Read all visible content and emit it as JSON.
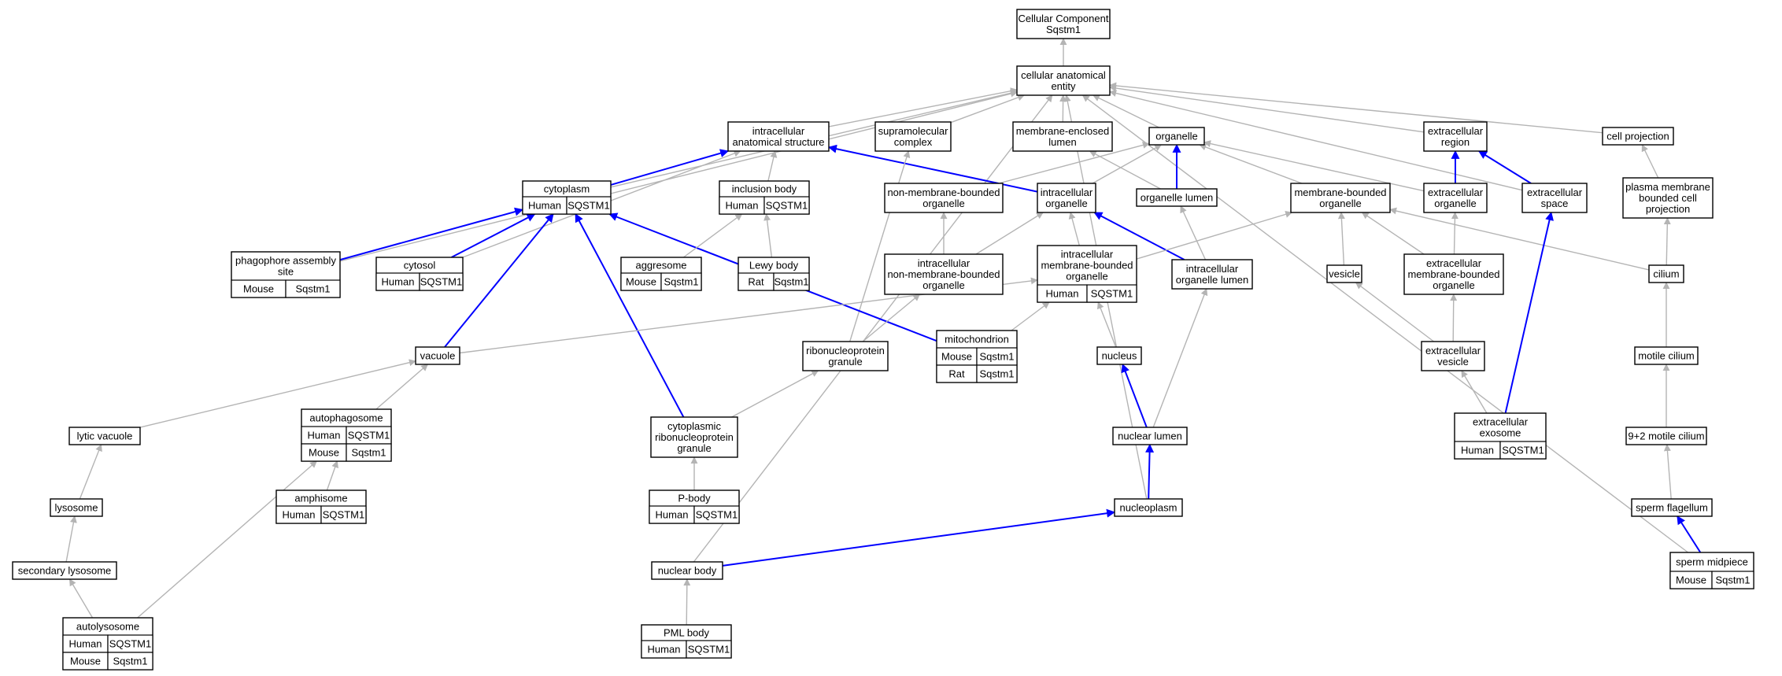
{
  "colors": {
    "human": "#f2644a",
    "mouse": "#add8e6",
    "rat": "#ffd700",
    "edge_grey": "#b4b4b4",
    "edge_blue": "#0000ff"
  },
  "nodes": {
    "cc_sqstm1": {
      "lines": [
        "Cellular Component",
        "Sqstm1"
      ],
      "species": []
    },
    "cellular_anatomical_entity": {
      "lines": [
        "cellular anatomical",
        "entity"
      ],
      "species": []
    },
    "intracellular_anatomical_structure": {
      "lines": [
        "intracellular",
        "anatomical structure"
      ],
      "species": []
    },
    "supramolecular_complex": {
      "lines": [
        "supramolecular",
        "complex"
      ],
      "species": []
    },
    "membrane_enclosed_lumen": {
      "lines": [
        "membrane-enclosed",
        "lumen"
      ],
      "species": []
    },
    "organelle": {
      "lines": [
        "organelle"
      ],
      "species": []
    },
    "extracellular_region": {
      "lines": [
        "extracellular",
        "region"
      ],
      "species": []
    },
    "cell_projection": {
      "lines": [
        "cell projection"
      ],
      "species": []
    },
    "cytoplasm": {
      "lines": [
        "cytoplasm"
      ],
      "species": [
        {
          "species": "Human",
          "gene": "SQSTM1"
        }
      ]
    },
    "inclusion_body": {
      "lines": [
        "inclusion body"
      ],
      "species": [
        {
          "species": "Human",
          "gene": "SQSTM1"
        }
      ]
    },
    "non_membrane_bounded_organelle": {
      "lines": [
        "non-membrane-bounded",
        "organelle"
      ],
      "species": []
    },
    "intracellular_organelle": {
      "lines": [
        "intracellular",
        "organelle"
      ],
      "species": []
    },
    "organelle_lumen": {
      "lines": [
        "organelle lumen"
      ],
      "species": []
    },
    "membrane_bounded_organelle": {
      "lines": [
        "membrane-bounded",
        "organelle"
      ],
      "species": []
    },
    "extracellular_organelle": {
      "lines": [
        "extracellular",
        "organelle"
      ],
      "species": []
    },
    "extracellular_space": {
      "lines": [
        "extracellular",
        "space"
      ],
      "species": []
    },
    "plasma_membrane_bounded_cell_projection": {
      "lines": [
        "plasma membrane",
        "bounded cell",
        "projection"
      ],
      "species": []
    },
    "phagophore_assembly_site": {
      "lines": [
        "phagophore assembly",
        "site"
      ],
      "species": [
        {
          "species": "Mouse",
          "gene": "Sqstm1"
        }
      ]
    },
    "cytosol": {
      "lines": [
        "cytosol"
      ],
      "species": [
        {
          "species": "Human",
          "gene": "SQSTM1"
        }
      ]
    },
    "aggresome": {
      "lines": [
        "aggresome"
      ],
      "species": [
        {
          "species": "Mouse",
          "gene": "Sqstm1"
        }
      ]
    },
    "lewy_body": {
      "lines": [
        "Lewy body"
      ],
      "species": [
        {
          "species": "Rat",
          "gene": "Sqstm1"
        }
      ]
    },
    "intracellular_non_membrane_bounded_organelle": {
      "lines": [
        "intracellular",
        "non-membrane-bounded",
        "organelle"
      ],
      "species": []
    },
    "intracellular_membrane_bounded_organelle": {
      "lines": [
        "intracellular",
        "membrane-bounded",
        "organelle"
      ],
      "species": [
        {
          "species": "Human",
          "gene": "SQSTM1"
        }
      ]
    },
    "intracellular_organelle_lumen": {
      "lines": [
        "intracellular",
        "organelle lumen"
      ],
      "species": []
    },
    "vesicle": {
      "lines": [
        "vesicle"
      ],
      "species": []
    },
    "extracellular_membrane_bounded_organelle": {
      "lines": [
        "extracellular",
        "membrane-bounded",
        "organelle"
      ],
      "species": []
    },
    "cilium": {
      "lines": [
        "cilium"
      ],
      "species": []
    },
    "mitochondrion": {
      "lines": [
        "mitochondrion"
      ],
      "species": [
        {
          "species": "Mouse",
          "gene": "Sqstm1"
        },
        {
          "species": "Rat",
          "gene": "Sqstm1"
        }
      ]
    },
    "vacuole": {
      "lines": [
        "vacuole"
      ],
      "species": []
    },
    "ribonucleoprotein_granule": {
      "lines": [
        "ribonucleoprotein",
        "granule"
      ],
      "species": []
    },
    "nucleus": {
      "lines": [
        "nucleus"
      ],
      "species": []
    },
    "extracellular_vesicle": {
      "lines": [
        "extracellular",
        "vesicle"
      ],
      "species": []
    },
    "motile_cilium": {
      "lines": [
        "motile cilium"
      ],
      "species": []
    },
    "autophagosome": {
      "lines": [
        "autophagosome"
      ],
      "species": [
        {
          "species": "Human",
          "gene": "SQSTM1"
        },
        {
          "species": "Mouse",
          "gene": "Sqstm1"
        }
      ]
    },
    "lytic_vacuole": {
      "lines": [
        "lytic vacuole"
      ],
      "species": []
    },
    "cytoplasmic_ribonucleoprotein_granule": {
      "lines": [
        "cytoplasmic",
        "ribonucleoprotein",
        "granule"
      ],
      "species": []
    },
    "nuclear_lumen": {
      "lines": [
        "nuclear lumen"
      ],
      "species": []
    },
    "extracellular_exosome": {
      "lines": [
        "extracellular",
        "exosome"
      ],
      "species": [
        {
          "species": "Human",
          "gene": "SQSTM1"
        }
      ]
    },
    "nine_plus_two_motile_cilium": {
      "lines": [
        "9+2 motile cilium"
      ],
      "species": []
    },
    "amphisome": {
      "lines": [
        "amphisome"
      ],
      "species": [
        {
          "species": "Human",
          "gene": "SQSTM1"
        }
      ]
    },
    "lysosome": {
      "lines": [
        "lysosome"
      ],
      "species": []
    },
    "p_body": {
      "lines": [
        "P-body"
      ],
      "species": [
        {
          "species": "Human",
          "gene": "SQSTM1"
        }
      ]
    },
    "nucleoplasm": {
      "lines": [
        "nucleoplasm"
      ],
      "species": []
    },
    "sperm_flagellum": {
      "lines": [
        "sperm flagellum"
      ],
      "species": []
    },
    "secondary_lysosome": {
      "lines": [
        "secondary lysosome"
      ],
      "species": []
    },
    "nuclear_body": {
      "lines": [
        "nuclear body"
      ],
      "species": []
    },
    "sperm_midpiece": {
      "lines": [
        "sperm midpiece"
      ],
      "species": [
        {
          "species": "Mouse",
          "gene": "Sqstm1"
        }
      ]
    },
    "autolysosome": {
      "lines": [
        "autolysosome"
      ],
      "species": [
        {
          "species": "Human",
          "gene": "SQSTM1"
        },
        {
          "species": "Mouse",
          "gene": "Sqstm1"
        }
      ]
    },
    "pml_body": {
      "lines": [
        "PML body"
      ],
      "species": [
        {
          "species": "Human",
          "gene": "SQSTM1"
        }
      ]
    }
  },
  "edges": [
    {
      "from": "cellular_anatomical_entity",
      "to": "cc_sqstm1",
      "style": "grey"
    },
    {
      "from": "intracellular_anatomical_structure",
      "to": "cellular_anatomical_entity",
      "style": "grey"
    },
    {
      "from": "supramolecular_complex",
      "to": "cellular_anatomical_entity",
      "style": "grey"
    },
    {
      "from": "membrane_enclosed_lumen",
      "to": "cellular_anatomical_entity",
      "style": "grey"
    },
    {
      "from": "organelle",
      "to": "cellular_anatomical_entity",
      "style": "grey"
    },
    {
      "from": "extracellular_region",
      "to": "cellular_anatomical_entity",
      "style": "grey"
    },
    {
      "from": "cell_projection",
      "to": "cellular_anatomical_entity",
      "style": "grey"
    },
    {
      "from": "cytoplasm",
      "to": "cellular_anatomical_entity",
      "style": "grey"
    },
    {
      "from": "phagophore_assembly_site",
      "to": "cellular_anatomical_entity",
      "style": "grey"
    },
    {
      "from": "extracellular_space",
      "to": "cellular_anatomical_entity",
      "style": "grey"
    },
    {
      "from": "nucleoplasm",
      "to": "cellular_anatomical_entity",
      "style": "grey"
    },
    {
      "from": "nuclear_body",
      "to": "cellular_anatomical_entity",
      "style": "grey"
    },
    {
      "from": "sperm_midpiece",
      "to": "cellular_anatomical_entity",
      "style": "grey"
    },
    {
      "from": "cytoplasm",
      "to": "intracellular_anatomical_structure",
      "style": "blue"
    },
    {
      "from": "intracellular_organelle",
      "to": "intracellular_anatomical_structure",
      "style": "blue"
    },
    {
      "from": "cytosol",
      "to": "intracellular_anatomical_structure",
      "style": "grey"
    },
    {
      "from": "inclusion_body",
      "to": "intracellular_anatomical_structure",
      "style": "grey"
    },
    {
      "from": "ribonucleoprotein_granule",
      "to": "supramolecular_complex",
      "style": "grey"
    },
    {
      "from": "organelle_lumen",
      "to": "membrane_enclosed_lumen",
      "style": "grey"
    },
    {
      "from": "organelle_lumen",
      "to": "organelle",
      "style": "blue"
    },
    {
      "from": "non_membrane_bounded_organelle",
      "to": "organelle",
      "style": "grey"
    },
    {
      "from": "intracellular_organelle",
      "to": "organelle",
      "style": "grey"
    },
    {
      "from": "membrane_bounded_organelle",
      "to": "organelle",
      "style": "grey"
    },
    {
      "from": "extracellular_organelle",
      "to": "organelle",
      "style": "grey"
    },
    {
      "from": "extracellular_organelle",
      "to": "extracellular_region",
      "style": "blue"
    },
    {
      "from": "extracellular_space",
      "to": "extracellular_region",
      "style": "blue"
    },
    {
      "from": "plasma_membrane_bounded_cell_projection",
      "to": "cell_projection",
      "style": "grey"
    },
    {
      "from": "phagophore_assembly_site",
      "to": "cytoplasm",
      "style": "blue"
    },
    {
      "from": "cytosol",
      "to": "cytoplasm",
      "style": "blue"
    },
    {
      "from": "vacuole",
      "to": "cytoplasm",
      "style": "blue"
    },
    {
      "from": "mitochondrion",
      "to": "cytoplasm",
      "style": "blue"
    },
    {
      "from": "cytoplasmic_ribonucleoprotein_granule",
      "to": "cytoplasm",
      "style": "blue"
    },
    {
      "from": "aggresome",
      "to": "inclusion_body",
      "style": "grey"
    },
    {
      "from": "lewy_body",
      "to": "inclusion_body",
      "style": "grey"
    },
    {
      "from": "intracellular_non_membrane_bounded_organelle",
      "to": "non_membrane_bounded_organelle",
      "style": "grey"
    },
    {
      "from": "intracellular_non_membrane_bounded_organelle",
      "to": "intracellular_organelle",
      "style": "grey"
    },
    {
      "from": "intracellular_membrane_bounded_organelle",
      "to": "intracellular_organelle",
      "style": "grey"
    },
    {
      "from": "intracellular_organelle_lumen",
      "to": "intracellular_organelle",
      "style": "blue"
    },
    {
      "from": "intracellular_organelle_lumen",
      "to": "organelle_lumen",
      "style": "grey"
    },
    {
      "from": "intracellular_membrane_bounded_organelle",
      "to": "membrane_bounded_organelle",
      "style": "grey"
    },
    {
      "from": "vesicle",
      "to": "membrane_bounded_organelle",
      "style": "grey"
    },
    {
      "from": "extracellular_membrane_bounded_organelle",
      "to": "membrane_bounded_organelle",
      "style": "grey"
    },
    {
      "from": "cilium",
      "to": "membrane_bounded_organelle",
      "style": "grey"
    },
    {
      "from": "extracellular_membrane_bounded_organelle",
      "to": "extracellular_organelle",
      "style": "grey"
    },
    {
      "from": "extracellular_exosome",
      "to": "extracellular_space",
      "style": "blue"
    },
    {
      "from": "cilium",
      "to": "plasma_membrane_bounded_cell_projection",
      "style": "grey"
    },
    {
      "from": "ribonucleoprotein_granule",
      "to": "intracellular_non_membrane_bounded_organelle",
      "style": "grey"
    },
    {
      "from": "mitochondrion",
      "to": "intracellular_membrane_bounded_organelle",
      "style": "grey"
    },
    {
      "from": "vacuole",
      "to": "intracellular_membrane_bounded_organelle",
      "style": "grey"
    },
    {
      "from": "nucleus",
      "to": "intracellular_membrane_bounded_organelle",
      "style": "grey"
    },
    {
      "from": "nuclear_lumen",
      "to": "intracellular_organelle_lumen",
      "style": "grey"
    },
    {
      "from": "extracellular_vesicle",
      "to": "vesicle",
      "style": "grey"
    },
    {
      "from": "extracellular_vesicle",
      "to": "extracellular_membrane_bounded_organelle",
      "style": "grey"
    },
    {
      "from": "motile_cilium",
      "to": "cilium",
      "style": "grey"
    },
    {
      "from": "autophagosome",
      "to": "vacuole",
      "style": "grey"
    },
    {
      "from": "lytic_vacuole",
      "to": "vacuole",
      "style": "grey"
    },
    {
      "from": "cytoplasmic_ribonucleoprotein_granule",
      "to": "ribonucleoprotein_granule",
      "style": "grey"
    },
    {
      "from": "nuclear_lumen",
      "to": "nucleus",
      "style": "blue"
    },
    {
      "from": "extracellular_exosome",
      "to": "extracellular_vesicle",
      "style": "grey"
    },
    {
      "from": "nine_plus_two_motile_cilium",
      "to": "motile_cilium",
      "style": "grey"
    },
    {
      "from": "amphisome",
      "to": "autophagosome",
      "style": "grey"
    },
    {
      "from": "autolysosome",
      "to": "autophagosome",
      "style": "grey"
    },
    {
      "from": "lysosome",
      "to": "lytic_vacuole",
      "style": "grey"
    },
    {
      "from": "p_body",
      "to": "cytoplasmic_ribonucleoprotein_granule",
      "style": "grey"
    },
    {
      "from": "nucleoplasm",
      "to": "nuclear_lumen",
      "style": "blue"
    },
    {
      "from": "sperm_flagellum",
      "to": "nine_plus_two_motile_cilium",
      "style": "grey"
    },
    {
      "from": "secondary_lysosome",
      "to": "lysosome",
      "style": "grey"
    },
    {
      "from": "nuclear_body",
      "to": "nucleoplasm",
      "style": "blue"
    },
    {
      "from": "sperm_midpiece",
      "to": "sperm_flagellum",
      "style": "blue"
    },
    {
      "from": "autolysosome",
      "to": "secondary_lysosome",
      "style": "grey"
    },
    {
      "from": "pml_body",
      "to": "nuclear_body",
      "style": "grey"
    }
  ]
}
